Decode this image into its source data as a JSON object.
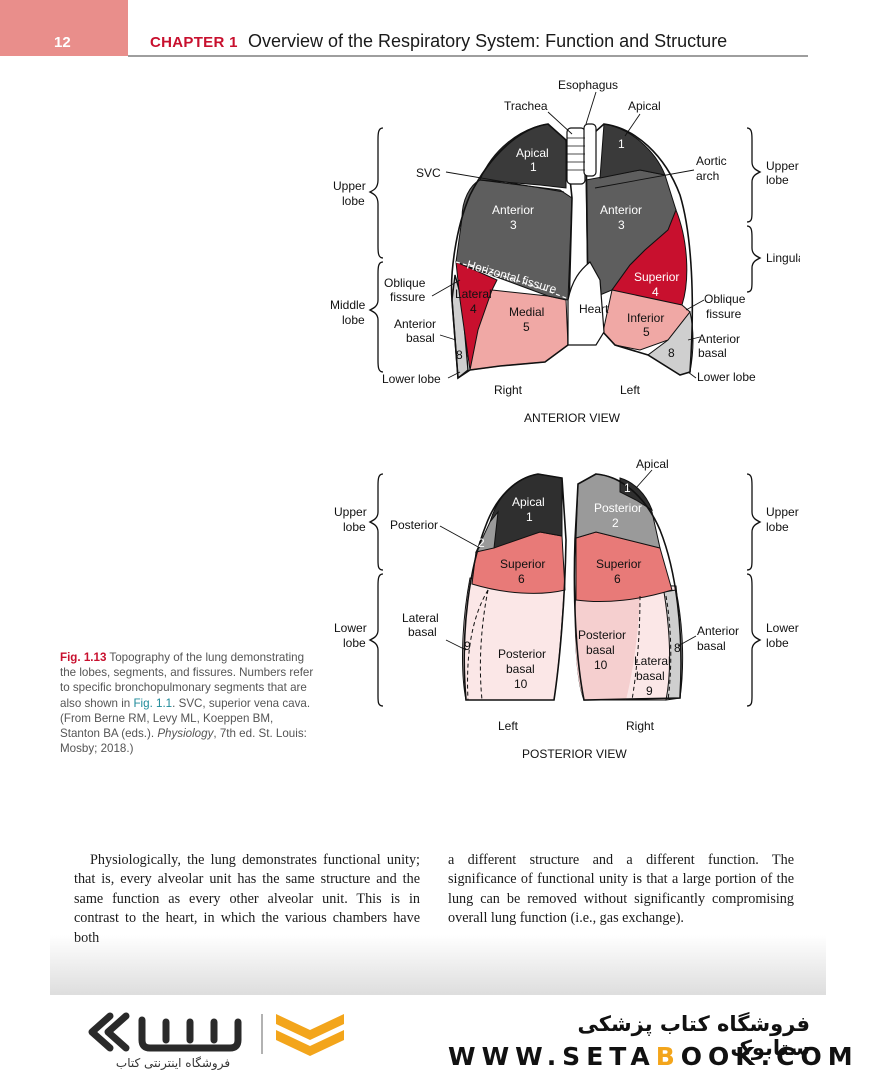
{
  "header": {
    "page_number": "12",
    "chapter_label": "CHAPTER 1",
    "chapter_title": "Overview of the Respiratory System: Function and Structure"
  },
  "figure": {
    "anterior": {
      "labels": {
        "esophagus": "Esophagus",
        "trachea": "Trachea",
        "apical_left": "Apical",
        "svc": "SVC",
        "aortic": "Aortic",
        "arch": "arch",
        "upper_lobe_r_1": "Upper",
        "upper_lobe_r_2": "lobe",
        "upper_lobe_l_1": "Upper",
        "upper_lobe_l_2": "lobe",
        "lingula": "Lingula",
        "middle_lobe_1": "Middle",
        "middle_lobe_2": "lobe",
        "oblique_r_1": "Oblique",
        "oblique_r_2": "fissure",
        "oblique_l_1": "Oblique",
        "oblique_l_2": "fissure",
        "anterior_basal_r_1": "Anterior",
        "anterior_basal_r_2": "basal",
        "anterior_basal_l_1": "Anterior",
        "anterior_basal_l_2": "basal",
        "lower_lobe_r": "Lower lobe",
        "lower_lobe_l": "Lower lobe",
        "right": "Right",
        "left": "Left",
        "heart": "Heart",
        "horizontal_fissure": "Horizontal fissure",
        "view_title": "ANTERIOR VIEW"
      },
      "segments": {
        "apical_r_name": "Apical",
        "apical_r_num": "1",
        "apical_l_num": "1",
        "anterior_r_name": "Anterior",
        "anterior_r_num": "3",
        "anterior_l_name": "Anterior",
        "anterior_l_num": "3",
        "lateral_name": "Lateral",
        "lateral_num": "4",
        "medial_name": "Medial",
        "medial_num": "5",
        "superior_name": "Superior",
        "superior_num": "4",
        "inferior_name": "Inferior",
        "inferior_num": "5",
        "basal_r_num": "8",
        "basal_l_num": "8"
      }
    },
    "posterior": {
      "labels": {
        "apical_top": "Apical",
        "upper_lobe_l_1": "Upper",
        "upper_lobe_l_2": "lobe",
        "upper_lobe_r_1": "Upper",
        "upper_lobe_r_2": "lobe",
        "lower_lobe_l_1": "Lower",
        "lower_lobe_l_2": "lobe",
        "lower_lobe_r_1": "Lower",
        "lower_lobe_r_2": "lobe",
        "posterior": "Posterior",
        "lateral_basal_1": "Lateral",
        "lateral_basal_2": "basal",
        "anterior_basal_1": "Anterior",
        "anterior_basal_2": "basal",
        "left": "Left",
        "right": "Right",
        "view_title": "POSTERIOR VIEW"
      },
      "segments": {
        "apical_name": "Apical",
        "apical_num": "1",
        "small_1": "1",
        "small_2": "2",
        "posterior_name": "Posterior",
        "posterior_num": "2",
        "superior_l_name": "Superior",
        "superior_l_num": "6",
        "superior_r_name": "Superior",
        "superior_r_num": "6",
        "lat_9_l": "9",
        "post_basal_l_1": "Posterior",
        "post_basal_l_2": "basal",
        "post_basal_l_num": "10",
        "post_basal_r_1": "Posterior",
        "post_basal_r_2": "basal",
        "post_basal_r_num": "10",
        "lat_basal_r_1": "Lateral",
        "lat_basal_r_2": "basal",
        "lat_basal_r_num": "9",
        "ant_basal_r_num": "8"
      }
    }
  },
  "caption": {
    "label": "Fig. 1.13",
    "text1": " Topography of the lung demonstrating the lobes, segments, and fissures. Numbers refer to specific bronchopulmonary segments that are also shown in ",
    "ref": "Fig. 1.1",
    "text2": ". SVC, superior vena cava. (From Berne RM, Levy ML, Koeppen BM, Stanton BA (eds.). ",
    "journal": "Physiology",
    "text3": ", 7th ed. St. Louis: Mosby; 2018.)"
  },
  "body": {
    "left": "Physiologically, the lung demonstrates functional unity; that is, every alveolar unit has the same structure and the same function as every other alveolar unit. This is in contrast to the heart, in which the various chambers have both",
    "right": "a different structure and a different function. The significance of functional unity is that a large portion of the lung can be removed without significantly compromising overall lung function (i.e., gas exchange)."
  },
  "watermark": {
    "store_name": "فروشگاه کتاب پزشکی ستابوک",
    "url_1": "WWW.SETA",
    "url_hl": "B",
    "url_2": "OOK.COM",
    "logo_sub": "فروشگاه اینترنتی کتاب",
    "colors": {
      "accent": "#f3a51b",
      "red": "#c8102e",
      "pink": "#e98e8b"
    }
  }
}
